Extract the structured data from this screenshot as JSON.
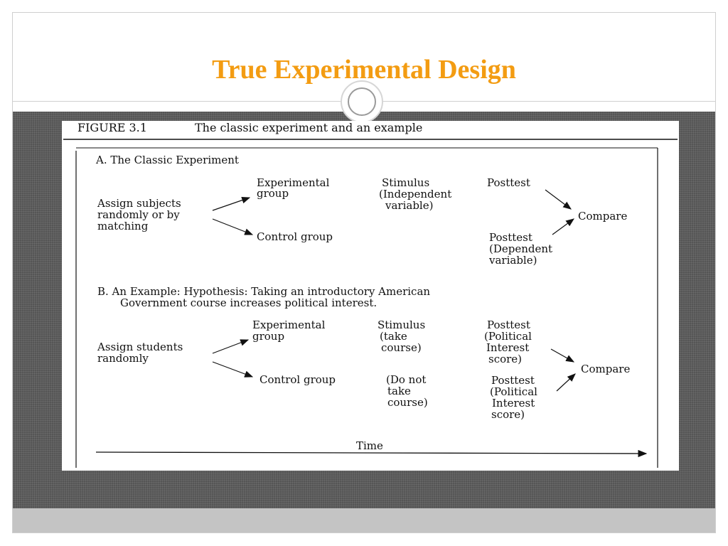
{
  "slide": {
    "title": "True Experimental Design"
  },
  "figure": {
    "caption_number": "FIGURE 3.1",
    "caption_text": "The classic experiment and an example",
    "section_a": {
      "heading": "A. The Classic Experiment",
      "assign": [
        "Assign subjects",
        "randomly or by",
        "matching"
      ],
      "experimental_group": [
        "Experimental",
        "group"
      ],
      "control_group": "Control group",
      "stimulus": [
        "Stimulus",
        "(Independent",
        "variable)"
      ],
      "posttest_top": "Posttest",
      "posttest_bottom": [
        "Posttest",
        "(Dependent",
        "variable)"
      ],
      "compare": "Compare"
    },
    "section_b": {
      "heading": [
        "B. An Example: Hypothesis: Taking an introductory American",
        "Government course increases political interest."
      ],
      "assign": [
        "Assign students",
        "randomly"
      ],
      "experimental_group": [
        "Experimental",
        "group"
      ],
      "control_group": "Control group",
      "stimulus": [
        "Stimulus",
        "(take",
        "course)"
      ],
      "no_stimulus": [
        "(Do not",
        "take",
        "course)"
      ],
      "posttest_top": [
        "Posttest",
        "(Political",
        "Interest",
        "score)"
      ],
      "posttest_bottom": [
        "Posttest",
        "(Political",
        "Interest",
        "score)"
      ],
      "compare": "Compare"
    },
    "time_label": "Time"
  }
}
